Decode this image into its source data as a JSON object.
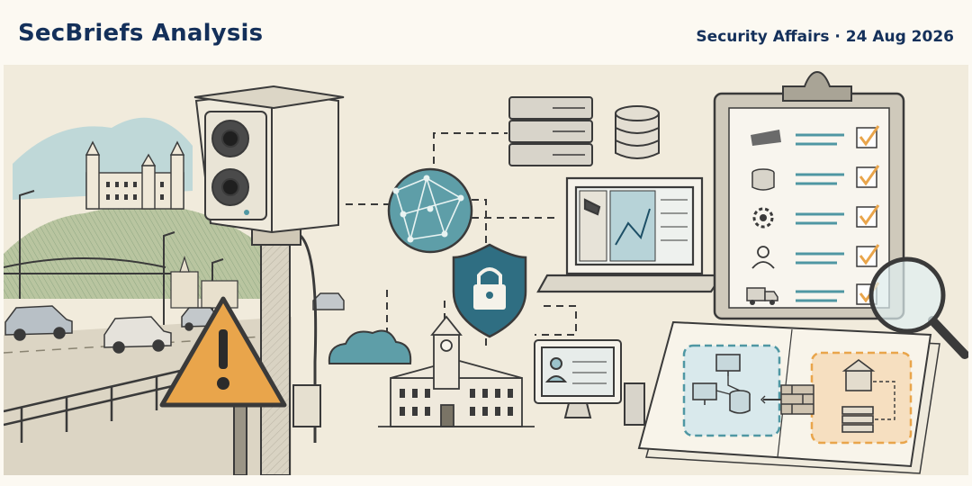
{
  "header": {
    "brand": "SecBriefs Analysis",
    "category": "Security Affairs",
    "separator": " · ",
    "date": "24 Aug 2026"
  },
  "illustration": {
    "subjects": [
      "castle-hill",
      "highway-cars",
      "traffic-camera",
      "warning-sign",
      "network-globe",
      "server-rack",
      "database",
      "laptop-camera-map",
      "shield-lock",
      "cloud",
      "town-hall",
      "desktop-computer",
      "clipboard-checklist",
      "magnifying-glass",
      "network-diagram-documents"
    ],
    "colors": {
      "ink": "#3a3a3a",
      "teal": "#4f97a3",
      "navy": "#1d4f66",
      "orange": "#e9a54b",
      "sky": "#8fc1cc",
      "paper": "#f1ebdc"
    }
  }
}
